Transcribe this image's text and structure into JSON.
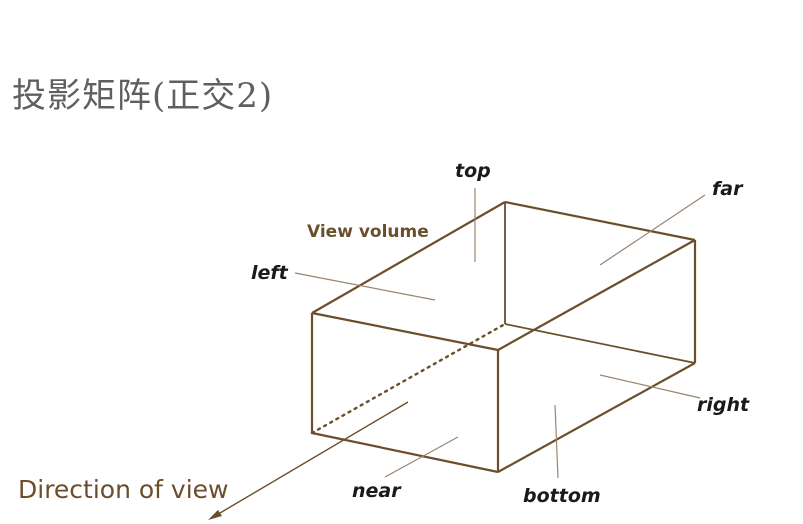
{
  "title": "投影矩阵(正交2)",
  "colors": {
    "box": "#6b4f2c",
    "leader": "#9a8570",
    "caption": "#6b4f2c",
    "title": "#5f5f5f"
  },
  "labels": {
    "top": "top",
    "far": "far",
    "left": "left",
    "right": "right",
    "near": "near",
    "bottom": "bottom",
    "view_volume": "View volume",
    "direction": "Direction of view"
  }
}
